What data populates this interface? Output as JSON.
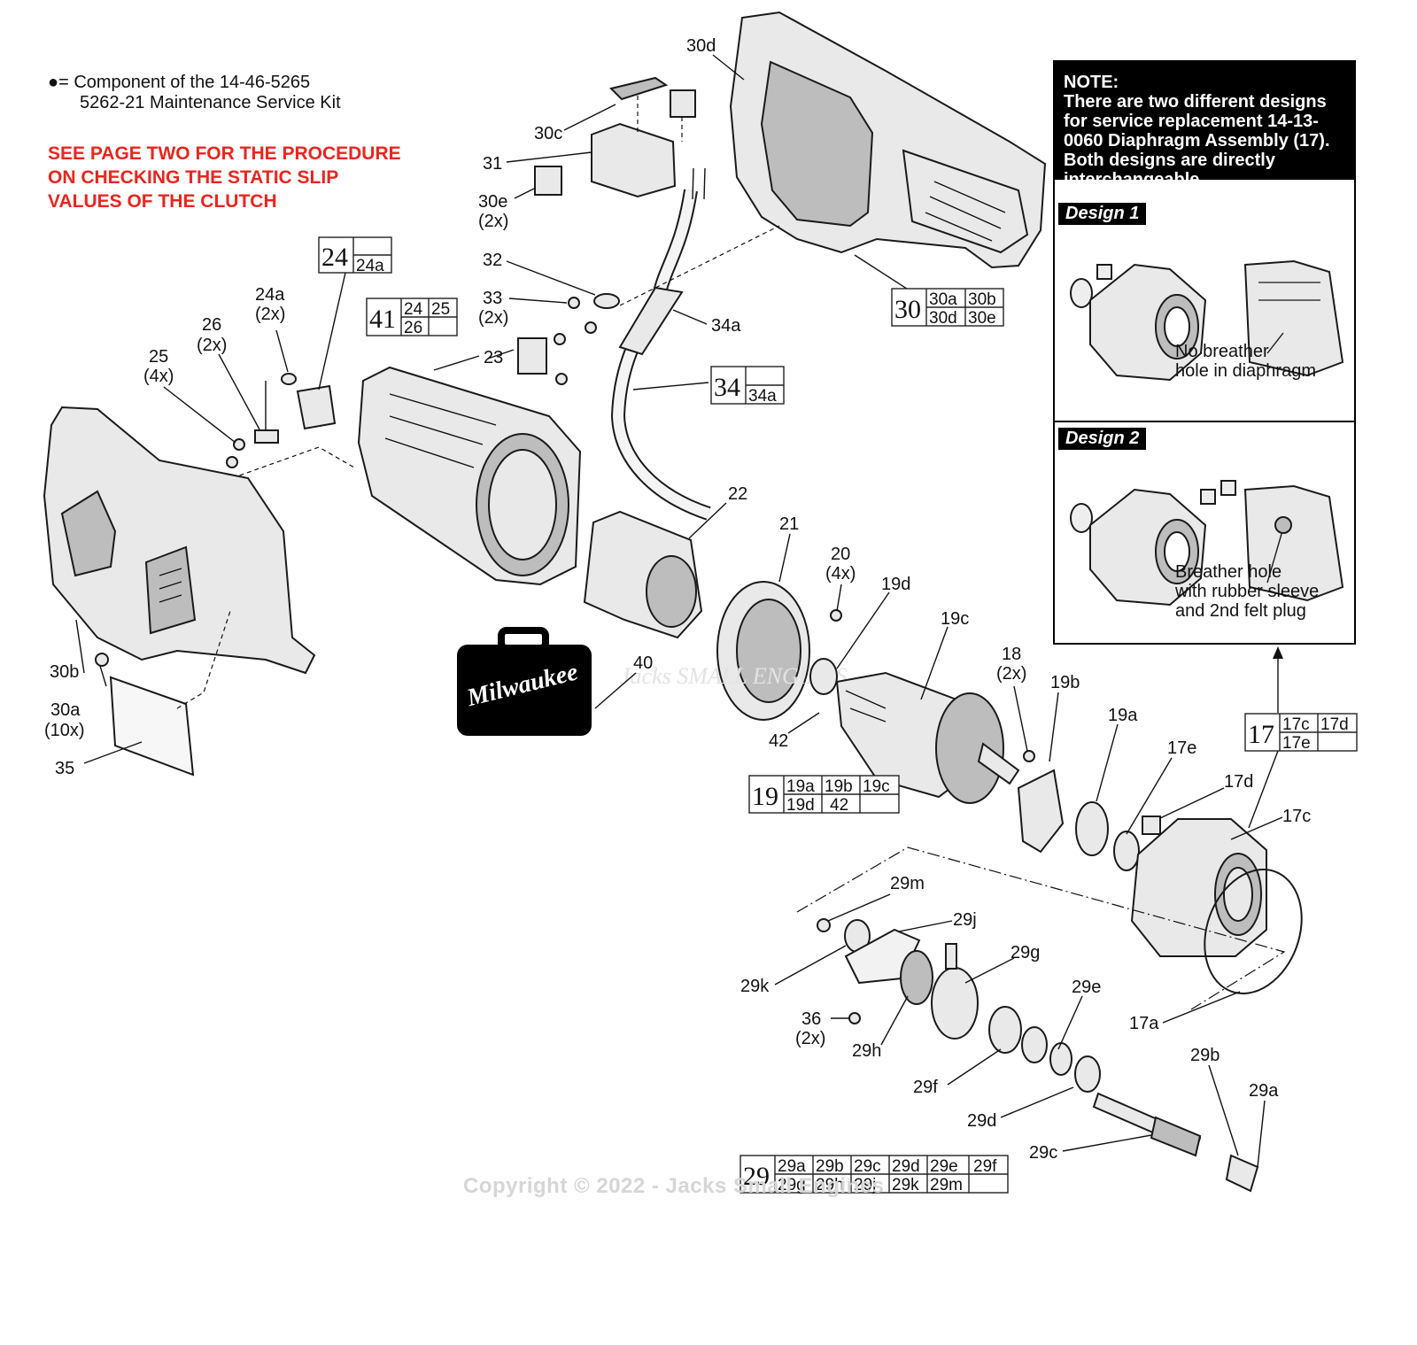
{
  "legend": {
    "line1": "●= Component of the 14-46-5265",
    "line2": "5262-21 Maintenance Service Kit"
  },
  "warning": {
    "line1": "SEE PAGE TWO FOR THE PROCEDURE",
    "line2": "ON CHECKING THE STATIC SLIP",
    "line3": "VALUES OF THE CLUTCH"
  },
  "note": {
    "title": "NOTE:",
    "line1": "There are two different designs",
    "line2": "for service replacement 14-13-",
    "line3": "0060 Diaphragm Assembly (17).",
    "line4": "Both designs are directly",
    "line5": "interchangeable.",
    "design1": {
      "tag": "Design 1",
      "caption1": "No breather",
      "caption2": "hole in diaphragm"
    },
    "design2": {
      "tag": "Design 2",
      "caption1": "Breather hole",
      "caption2": "with rubber sleeve",
      "caption3": "and 2nd felt plug"
    }
  },
  "callouts": {
    "c30d": "30d",
    "c30c": "30c",
    "c31": "31",
    "c30e": "30e",
    "c30e_qty": "(2x)",
    "c32": "32",
    "c33": "33",
    "c33_qty": "(2x)",
    "c34a": "34a",
    "c24a": "24a",
    "c24a_qty": "(2x)",
    "c26": "26",
    "c26_qty": "(2x)",
    "c25": "25",
    "c25_qty": "(4x)",
    "c23": "23",
    "c22": "22",
    "c21": "21",
    "c20": "20",
    "c20_qty": "(4x)",
    "c19d": "19d",
    "c19c": "19c",
    "c18": "18",
    "c18_qty": "(2x)",
    "c19b": "19b",
    "c19a": "19a",
    "c17e": "17e",
    "c17d": "17d",
    "c17c": "17c",
    "c40": "40",
    "c42": "42",
    "c30b": "30b",
    "c30a": "30a",
    "c30a_qty": "(10x)",
    "c35": "35",
    "c29m": "29m",
    "c29j": "29j",
    "c29g": "29g",
    "c29k": "29k",
    "c36": "36",
    "c36_qty": "(2x)",
    "c29h": "29h",
    "c29e": "29e",
    "c29f": "29f",
    "c29d": "29d",
    "c29c": "29c",
    "c29b": "29b",
    "c29a": "29a",
    "c17a": "17a"
  },
  "kit_boxes": {
    "b24": {
      "num": "24",
      "cells": [
        "",
        "24a"
      ]
    },
    "b41": {
      "num": "41",
      "cells": [
        "24",
        "25",
        "26",
        ""
      ]
    },
    "b30": {
      "num": "30",
      "cells": [
        "30a",
        "30b",
        "30d",
        "30e"
      ]
    },
    "b34": {
      "num": "34",
      "cells": [
        "",
        "34a"
      ]
    },
    "b19": {
      "num": "19",
      "cells": [
        "19a",
        "19b",
        "19c",
        "19d",
        "42",
        ""
      ]
    },
    "b17": {
      "num": "17",
      "cells": [
        "17c",
        "17d",
        "17e",
        ""
      ]
    },
    "b29": {
      "num": "29",
      "cells": [
        "29a",
        "29b",
        "29c",
        "29d",
        "29e",
        "29f",
        "29g",
        "29h",
        "29j",
        "29k",
        "29m",
        ""
      ]
    }
  },
  "case_logo": "Milwaukee",
  "watermark": "Jacks SMALL ENGINES",
  "copyright": "Copyright © 2022 - Jacks Small Engines"
}
